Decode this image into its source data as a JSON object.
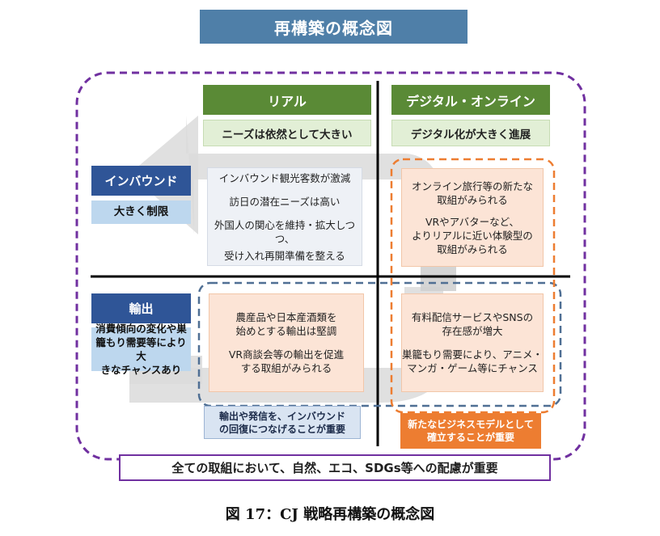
{
  "title": "再構築の概念図",
  "columns": {
    "real": {
      "label": "リアル",
      "sub": "ニーズは依然として大きい"
    },
    "digital": {
      "label": "デジタル・オンライン",
      "sub": "デジタル化が大きく進展"
    }
  },
  "rows": {
    "inbound": {
      "label": "インバウンド",
      "sub": "大きく制限"
    },
    "export": {
      "label": "輸出",
      "sub_lines": [
        "消費傾向の変化や巣",
        "籠もり需要等により大",
        "きなチャンスあり"
      ]
    }
  },
  "cells": {
    "inbound_real": [
      "インバウンド観光客数が激減",
      "訪日の潜在ニーズは高い",
      "外国人の関心を維持・拡大しつつ、",
      "受け入れ再開準備を整える"
    ],
    "inbound_digital": [
      "オンライン旅行等の新たな",
      "取組がみられる",
      "VRやアバターなど、",
      "よりリアルに近い体験型の",
      "取組がみられる"
    ],
    "export_real": [
      "農産品や日本産酒類を",
      "始めとする輸出は堅調",
      "VR商談会等の輸出を促進",
      "する取組がみられる"
    ],
    "export_digital": [
      "有料配信サービスやSNSの",
      "存在感が増大",
      "巣籠もり需要により、アニメ・",
      "マンガ・ゲーム等にチャンス"
    ]
  },
  "notes": {
    "blue": [
      "輸出や発信を、インバウンド",
      "の回復につなげることが重要"
    ],
    "orange": [
      "新たなビジネスモデルとして",
      "確立することが重要"
    ]
  },
  "bottom": "全ての取組において、自然、エコ、SDGs等への配慮が重要",
  "caption": "図 17：CJ 戦略再構築の概念図",
  "colors": {
    "title_bg": "#4f7fa8",
    "column_head": "#5a8a36",
    "column_sub": "#e2efd6",
    "row_head": "#2f5597",
    "row_sub": "#bdd7ee",
    "purple_frame": "#7030a0",
    "blue_dashed": "#4f6f94",
    "orange_dashed": "#ed7d31",
    "arrow_gray": "#d9d9d9"
  }
}
